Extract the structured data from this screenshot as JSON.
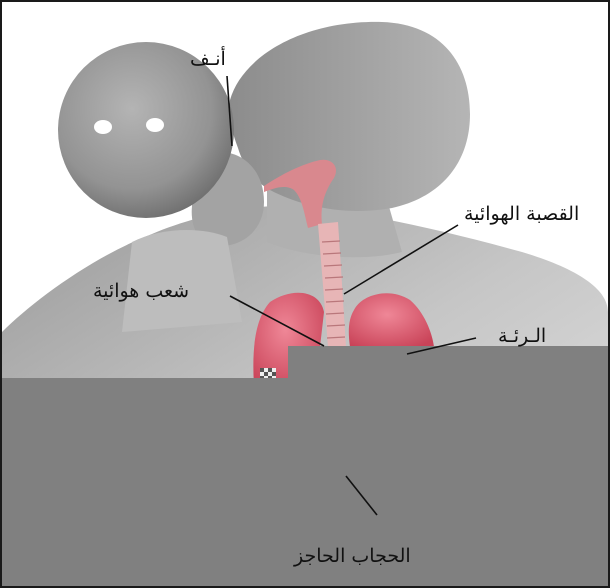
{
  "labels": {
    "nose": "أنـف",
    "trachea": "القصبة الهوائية",
    "bronchi": "شعب هوائية",
    "lung": "الـرئـة",
    "diaphragm": "الحجاب الحاجز"
  },
  "colors": {
    "frame": "#1a1a1a",
    "figure_shade": "#8f8f8f",
    "lung_pink": "#d85a6e",
    "trachea_rose": "#d9888e",
    "occlusion_gray": "#808080",
    "leader_line": "#111111"
  }
}
